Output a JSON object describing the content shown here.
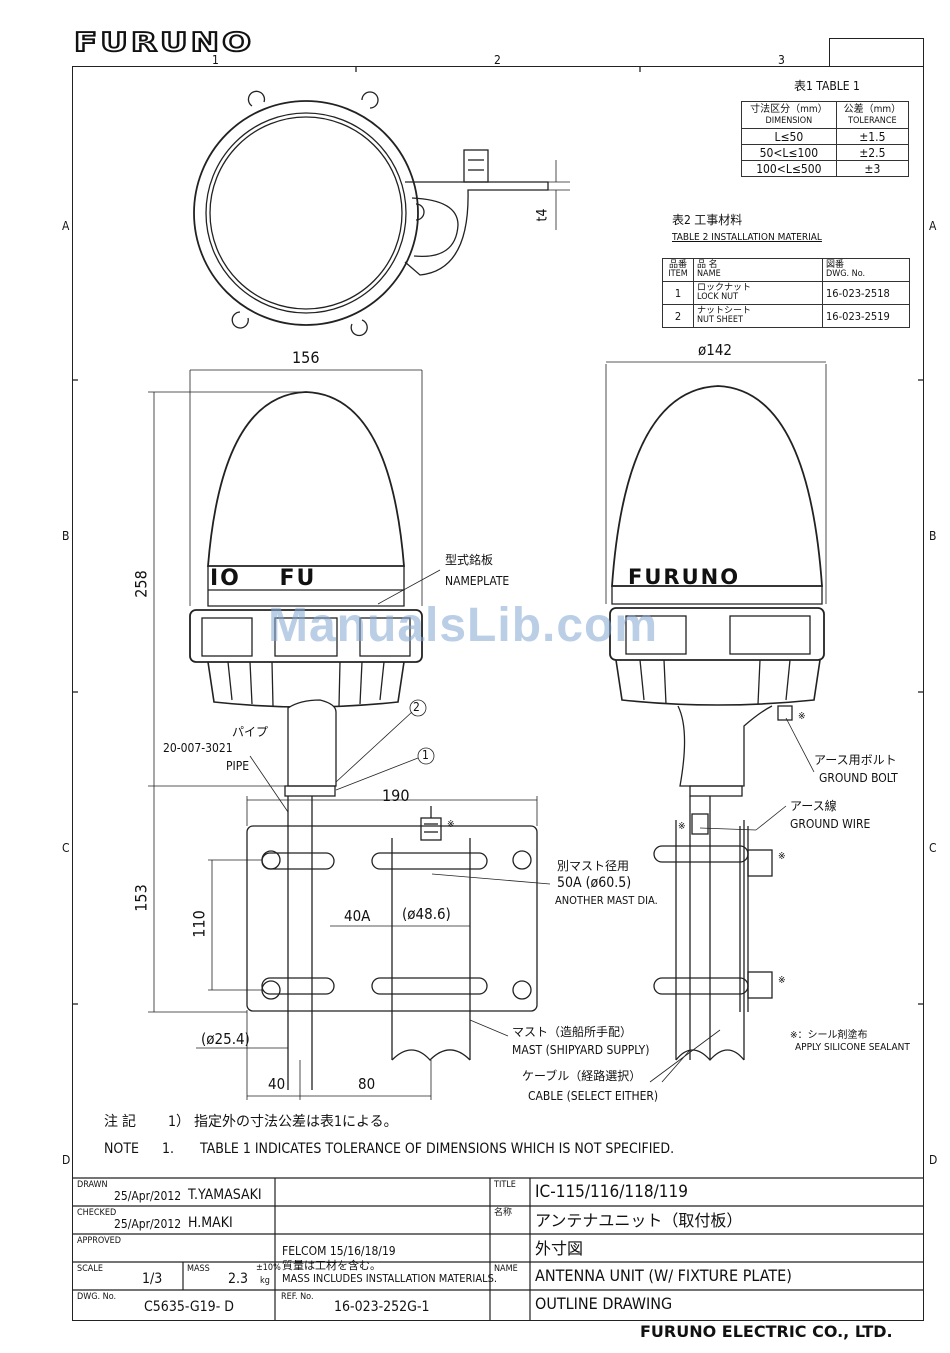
{
  "header": {
    "brand": "FURUNO",
    "zones_top": [
      "1",
      "2",
      "3"
    ],
    "zones_side": [
      "A",
      "B",
      "C",
      "D"
    ]
  },
  "table1": {
    "title": "表1 TABLE 1",
    "col1_ja": "寸法区分（mm）",
    "col1_en": "DIMENSION",
    "col2_ja": "公差（mm）",
    "col2_en": "TOLERANCE",
    "rows": [
      {
        "dim": "L≤50",
        "tol": "±1.5"
      },
      {
        "dim": "50<L≤100",
        "tol": "±2.5"
      },
      {
        "dim": "100<L≤500",
        "tol": "±3"
      }
    ]
  },
  "table2": {
    "title_ja": "表2 工事材料",
    "title_en": "TABLE 2 INSTALLATION MATERIAL",
    "col_item_ja": "品番",
    "col_item_en": "ITEM",
    "col_name_ja": "品 名",
    "col_name_en": "NAME",
    "col_dwg_ja": "図番",
    "col_dwg_en": "DWG. No.",
    "rows": [
      {
        "item": "1",
        "name_ja": "ロックナット",
        "name_en": "LOCK NUT",
        "dwg": "16-023-2518"
      },
      {
        "item": "2",
        "name_ja": "ナットシート",
        "name_en": "NUT SHEET",
        "dwg": "16-023-2519"
      }
    ]
  },
  "dims": {
    "t4": "t4",
    "w156": "156",
    "h258": "258",
    "h153": "153",
    "h110": "110",
    "w190": "190",
    "a40": "40A",
    "d486": "(ø48.6)",
    "d254": "(ø25.4)",
    "w40": "40",
    "w80": "80",
    "d142": "ø142"
  },
  "labels": {
    "nameplate_ja": "型式銘板",
    "nameplate_en": "NAMEPLATE",
    "pipe_ja": "パイプ",
    "pipe_no": "20-007-3021",
    "pipe_en": "PIPE",
    "mast_ja": "別マスト径用",
    "mast_dia": "50A (ø60.5)",
    "mast_en": "ANOTHER MAST DIA.",
    "mast2_ja": "マスト（造船所手配）",
    "mast2_en": "MAST (SHIPYARD SUPPLY)",
    "cable_ja": "ケーブル（経路選択）",
    "cable_en": "CABLE (SELECT EITHER)",
    "gbolt_ja": "アース用ボルト",
    "gbolt_en": "GROUND BOLT",
    "gwire_ja": "アース線",
    "gwire_en": "GROUND WIRE",
    "sealant_ja": "※：シール剤塗布",
    "sealant_en": "APPLY SILICONE SEALANT",
    "ref1": "1",
    "ref2": "2",
    "star": "※",
    "dome_left": "IO    FU",
    "dome_right": "FURUNO"
  },
  "notes": {
    "ja_head": "注 記",
    "ja_text": "1） 指定外の寸法公差は表1による。",
    "en_head": "NOTE",
    "en_num": "1.",
    "en_text": "TABLE 1 INDICATES TOLERANCE OF DIMENSIONS WHICH IS NOT SPECIFIED."
  },
  "titleblock": {
    "drawn_label": "DRAWN",
    "drawn_date": "25/Apr/2012",
    "drawn_by": "T.YAMASAKI",
    "checked_label": "CHECKED",
    "checked_date": "25/Apr/2012",
    "checked_by": "H.MAKI",
    "approved_label": "APPROVED",
    "scale_label": "SCALE",
    "scale": "1/3",
    "mass_label": "MASS",
    "mass": "2.3",
    "mass_tol": "±10%",
    "mass_unit": "kg",
    "dwg_label": "DWG. No.",
    "dwg": "C5635-G19- D",
    "ref_label": "REF. No.",
    "ref": "16-023-252G-1",
    "felcom": "FELCOM 15/16/18/19",
    "mass_note_ja": "質量は工材を含む。",
    "mass_note_en": "MASS INCLUDES INSTALLATION MATERIALS.",
    "title_label": "TITLE",
    "title": "IC-115/116/118/119",
    "name_ja_label": "名称",
    "name_ja": "アンテナユニット（取付板）",
    "name_ja2": "外寸図",
    "name_label": "NAME",
    "name_en": "ANTENNA UNIT (W/ FIXTURE PLATE)",
    "name_en2": "OUTLINE DRAWING"
  },
  "footer": {
    "company": "FURUNO ELECTRIC CO., LTD."
  },
  "watermark": "ManualsLib.com"
}
